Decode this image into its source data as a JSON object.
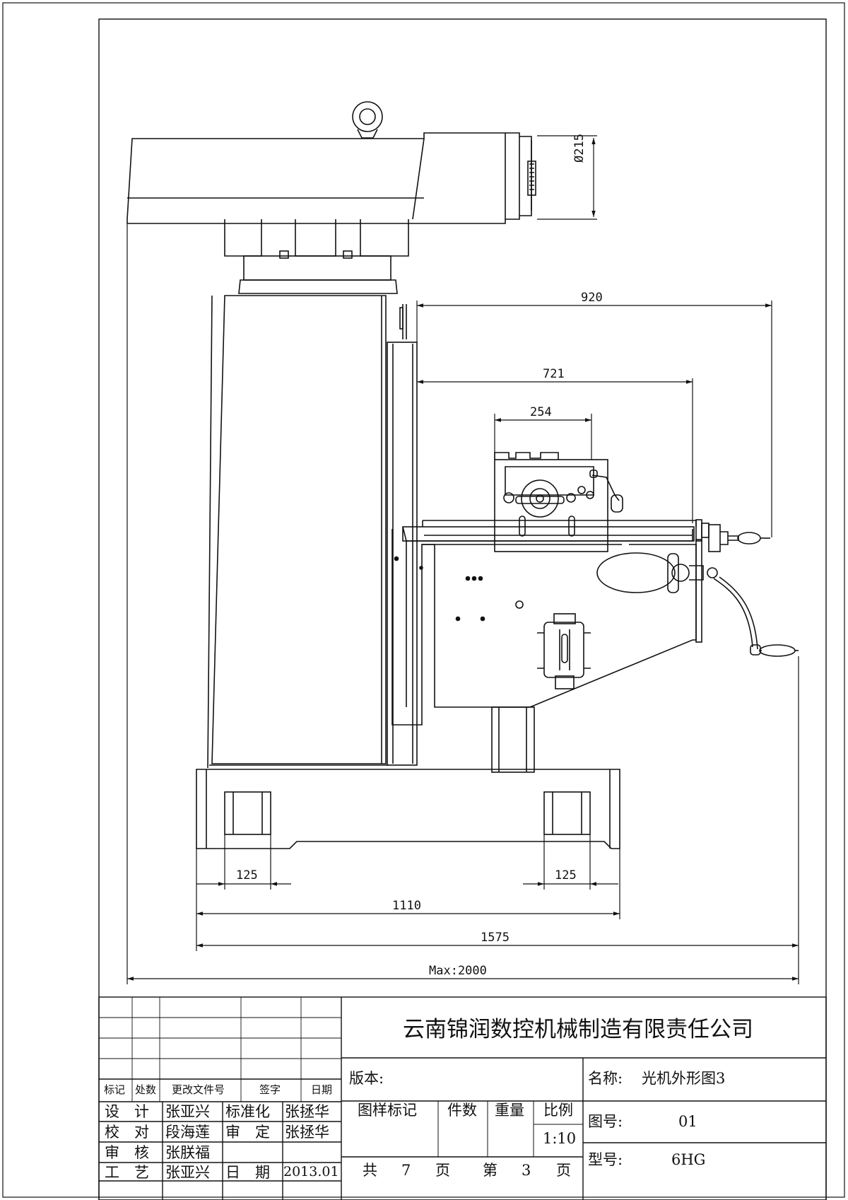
{
  "drawing": {
    "dimensions": {
      "d215": "Ø215",
      "d920": "920",
      "d721": "721",
      "d254": "254",
      "d125_left": "125",
      "d125_right": "125",
      "d1110": "1110",
      "d1575": "1575",
      "dmax": "Max:2000"
    }
  },
  "title_block": {
    "company": "云南锦润数控机械制造有限责任公司",
    "version_label": "版本:",
    "revision_header": [
      "标记",
      "处数",
      "更改文件号",
      "签字",
      "日期"
    ],
    "signatures": [
      {
        "role": "设　计",
        "name": "张亚兴",
        "role2": "标准化",
        "name2": "张拯华"
      },
      {
        "role": "校　对",
        "name": "段海莲",
        "role2": "审　定",
        "name2": "张拯华"
      },
      {
        "role": "审　核",
        "name": "张朕福",
        "role2": "",
        "name2": ""
      },
      {
        "role": "工　艺",
        "name": "张亚兴",
        "role2": "日　期",
        "name2": "2013.01"
      }
    ],
    "mark_label": "图样标记",
    "count_label": "件数",
    "weight_label": "重量",
    "scale_label": "比例",
    "scale_value": "1:10",
    "total_label": "共",
    "total_pages": "7",
    "page_unit": "页",
    "sheet_label": "第",
    "sheet_number": "3",
    "sheet_unit": "页",
    "name_label": "名称:",
    "name_value": "光机外形图3",
    "drawing_no_label": "图号:",
    "drawing_no_value": "01",
    "model_label": "型号:",
    "model_value": "6HG"
  }
}
